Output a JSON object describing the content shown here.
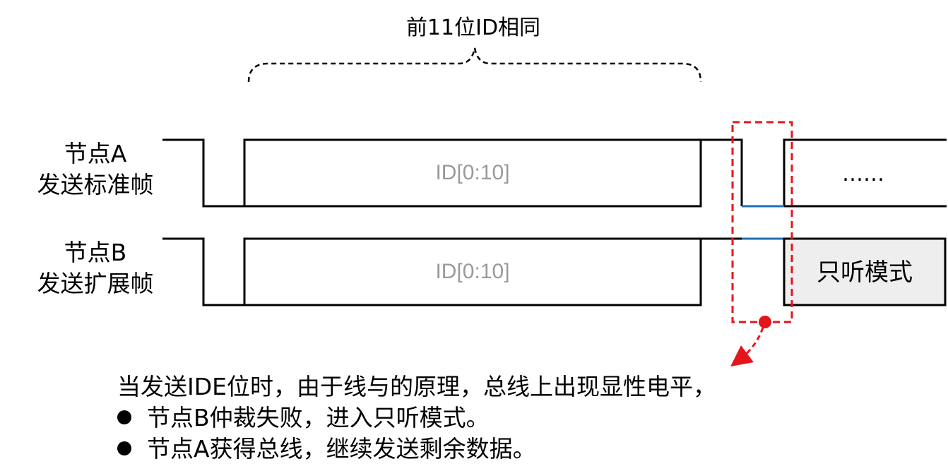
{
  "brace_label": "前11位ID相同",
  "node_a": {
    "name": "节点A",
    "desc": "发送标准帧",
    "field_label": "ID[0:10]",
    "continue_label": "……"
  },
  "node_b": {
    "name": "节点B",
    "desc": "发送扩展帧",
    "field_label": "ID[0:10]",
    "listen_label": "只听模式"
  },
  "note": {
    "line1": "当发送IDE位时，由于线与的原理，总线上出现显性电平，",
    "bullet1": "节点B仲裁失败，进入只听模式。",
    "bullet2": "节点A获得总线，继续发送剩余数据。"
  },
  "colors": {
    "signal": "#000000",
    "field_text": "#9a9a9a",
    "dominant_line": "#1f6fb2",
    "highlight": "#e5161b",
    "listen_fill": "#eeeeee"
  }
}
